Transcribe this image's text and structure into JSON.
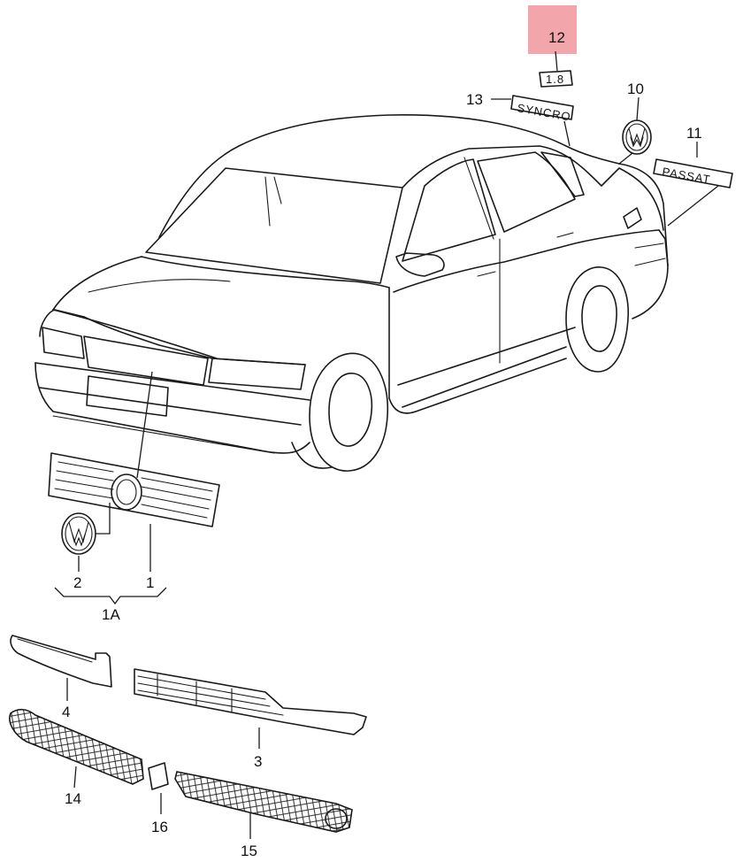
{
  "callouts": {
    "c1": "1",
    "c2": "2",
    "c1A": "1A",
    "c3": "3",
    "c4": "4",
    "c10": "10",
    "c11": "11",
    "c12": "12",
    "c13": "13",
    "c14": "14",
    "c15": "15",
    "c16": "16"
  },
  "badges": {
    "b12": "1.8",
    "b13": "SYNCRO",
    "b11": "PASSAT"
  },
  "colors": {
    "highlight": "#f2a5aa",
    "line": "#1a1a1a",
    "background": "#ffffff"
  },
  "highlighted_callout": "12"
}
